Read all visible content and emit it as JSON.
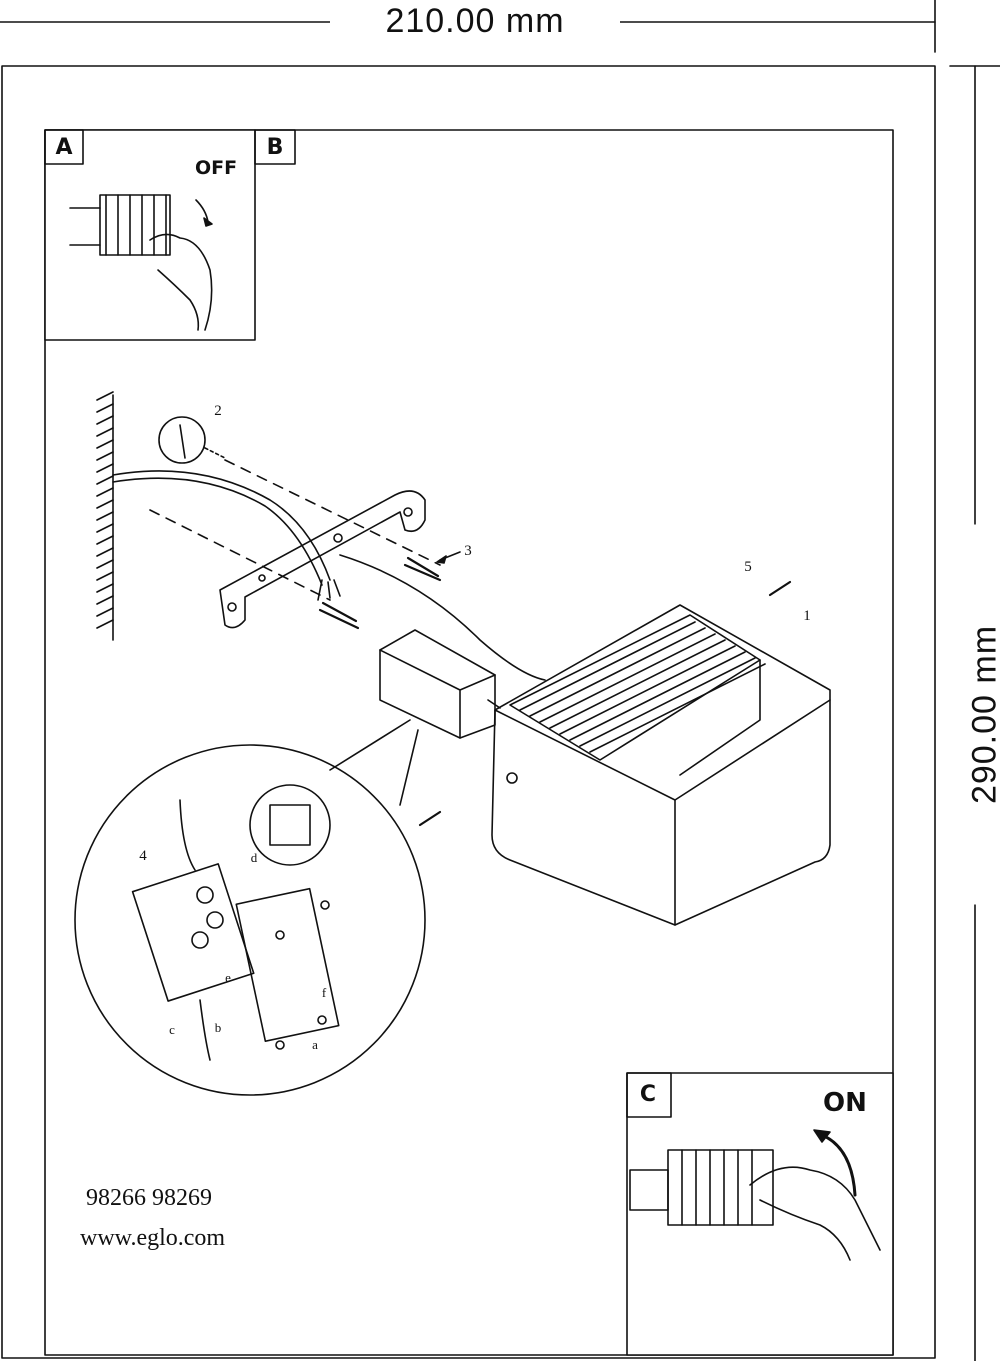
{
  "dimensions": {
    "width_label": "210.00 mm",
    "height_label": "290.00 mm"
  },
  "panels": {
    "a": {
      "letter": "A",
      "switch_state": "OFF"
    },
    "b": {
      "letter": "B"
    },
    "c": {
      "letter": "C",
      "switch_state": "ON"
    }
  },
  "steps": [
    "1",
    "2",
    "3",
    "4",
    "5"
  ],
  "sublabels": [
    "a",
    "b",
    "c",
    "d",
    "e",
    "f"
  ],
  "footer": {
    "model_numbers": "98266 98269",
    "website": "www.eglo.com"
  }
}
